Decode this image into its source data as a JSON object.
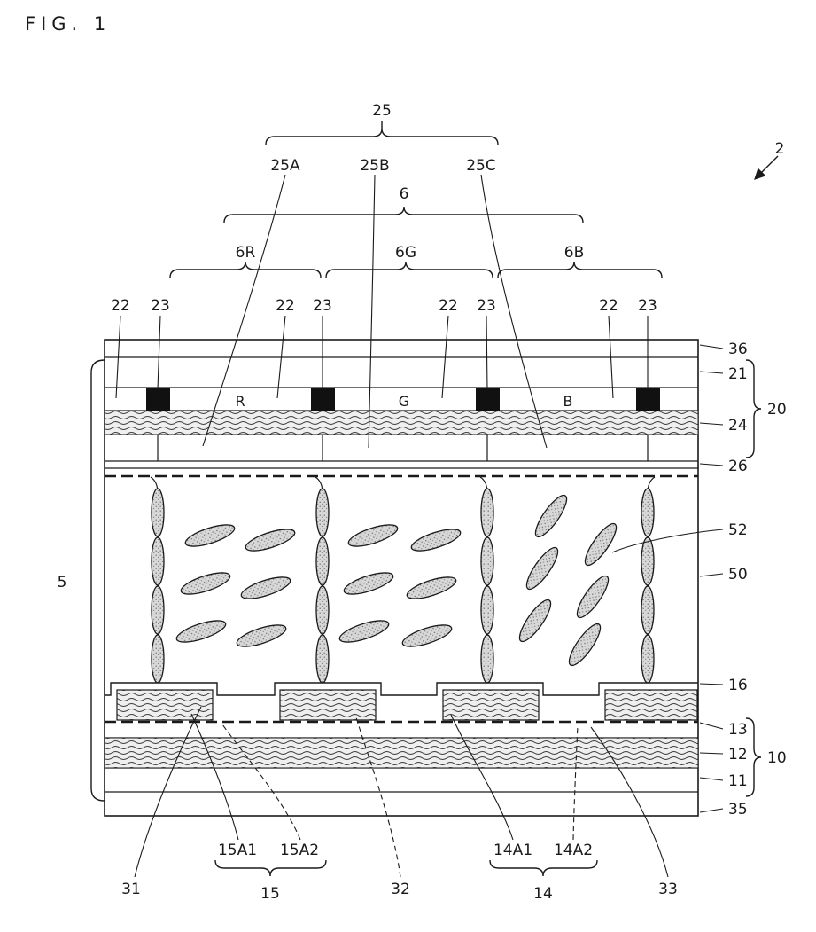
{
  "figure": {
    "title": "FIG. 1"
  },
  "labels": {
    "n2": "2",
    "n25": "25",
    "n25A": "25A",
    "n25B": "25B",
    "n25C": "25C",
    "n6": "6",
    "n6R": "6R",
    "n6G": "6G",
    "n6B": "6B",
    "n22": "22",
    "n23": "23",
    "n36": "36",
    "n21": "21",
    "n20": "20",
    "n24": "24",
    "n26": "26",
    "n5": "5",
    "n52": "52",
    "n50": "50",
    "n16": "16",
    "n13": "13",
    "n10": "10",
    "n12": "12",
    "n11": "11",
    "n35": "35",
    "nR": "R",
    "nG": "G",
    "nB": "B",
    "n15A1": "15A1",
    "n15A2": "15A2",
    "n15": "15",
    "n14A1": "14A1",
    "n14A2": "14A2",
    "n14": "14",
    "n31": "31",
    "n32": "32",
    "n33": "33"
  }
}
